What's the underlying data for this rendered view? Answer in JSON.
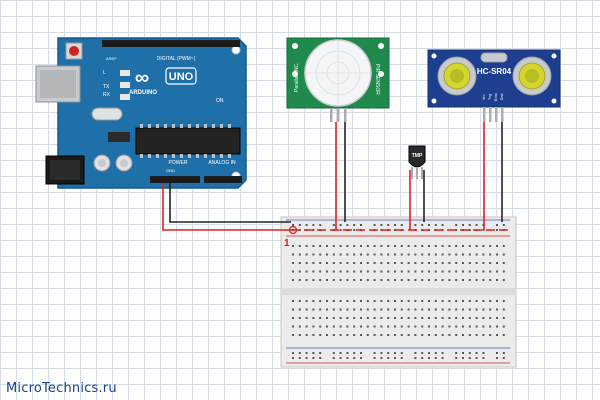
{
  "arduino": {
    "board_name": "UNO",
    "brand": "ARDUINO",
    "digital_label": "DIGITAL (PWM~)",
    "analog_label": "ANALOG IN",
    "power_label": "POWER",
    "aref_label": "AREF",
    "gnd_label": "GND",
    "tx_label": "TX",
    "rx_label": "RX",
    "l_label": "L",
    "on_label": "ON",
    "color": "#1f6fa8"
  },
  "pir_sensor": {
    "side_label_left": "Parallax INC.",
    "side_label_right": "PIR SENSOR",
    "color": "#1f8a4c"
  },
  "temp_sensor": {
    "label": "TMP"
  },
  "ultrasonic_sensor": {
    "label": "HC-SR04",
    "pin_labels": [
      "Vcc",
      "Trig",
      "Echo",
      "Gnd"
    ]
  },
  "breadboard": {
    "rail_marker": "1"
  },
  "wires": {
    "power_color": "#e02020",
    "ground_color": "#222222"
  },
  "watermark": "MicroTechnics.ru"
}
